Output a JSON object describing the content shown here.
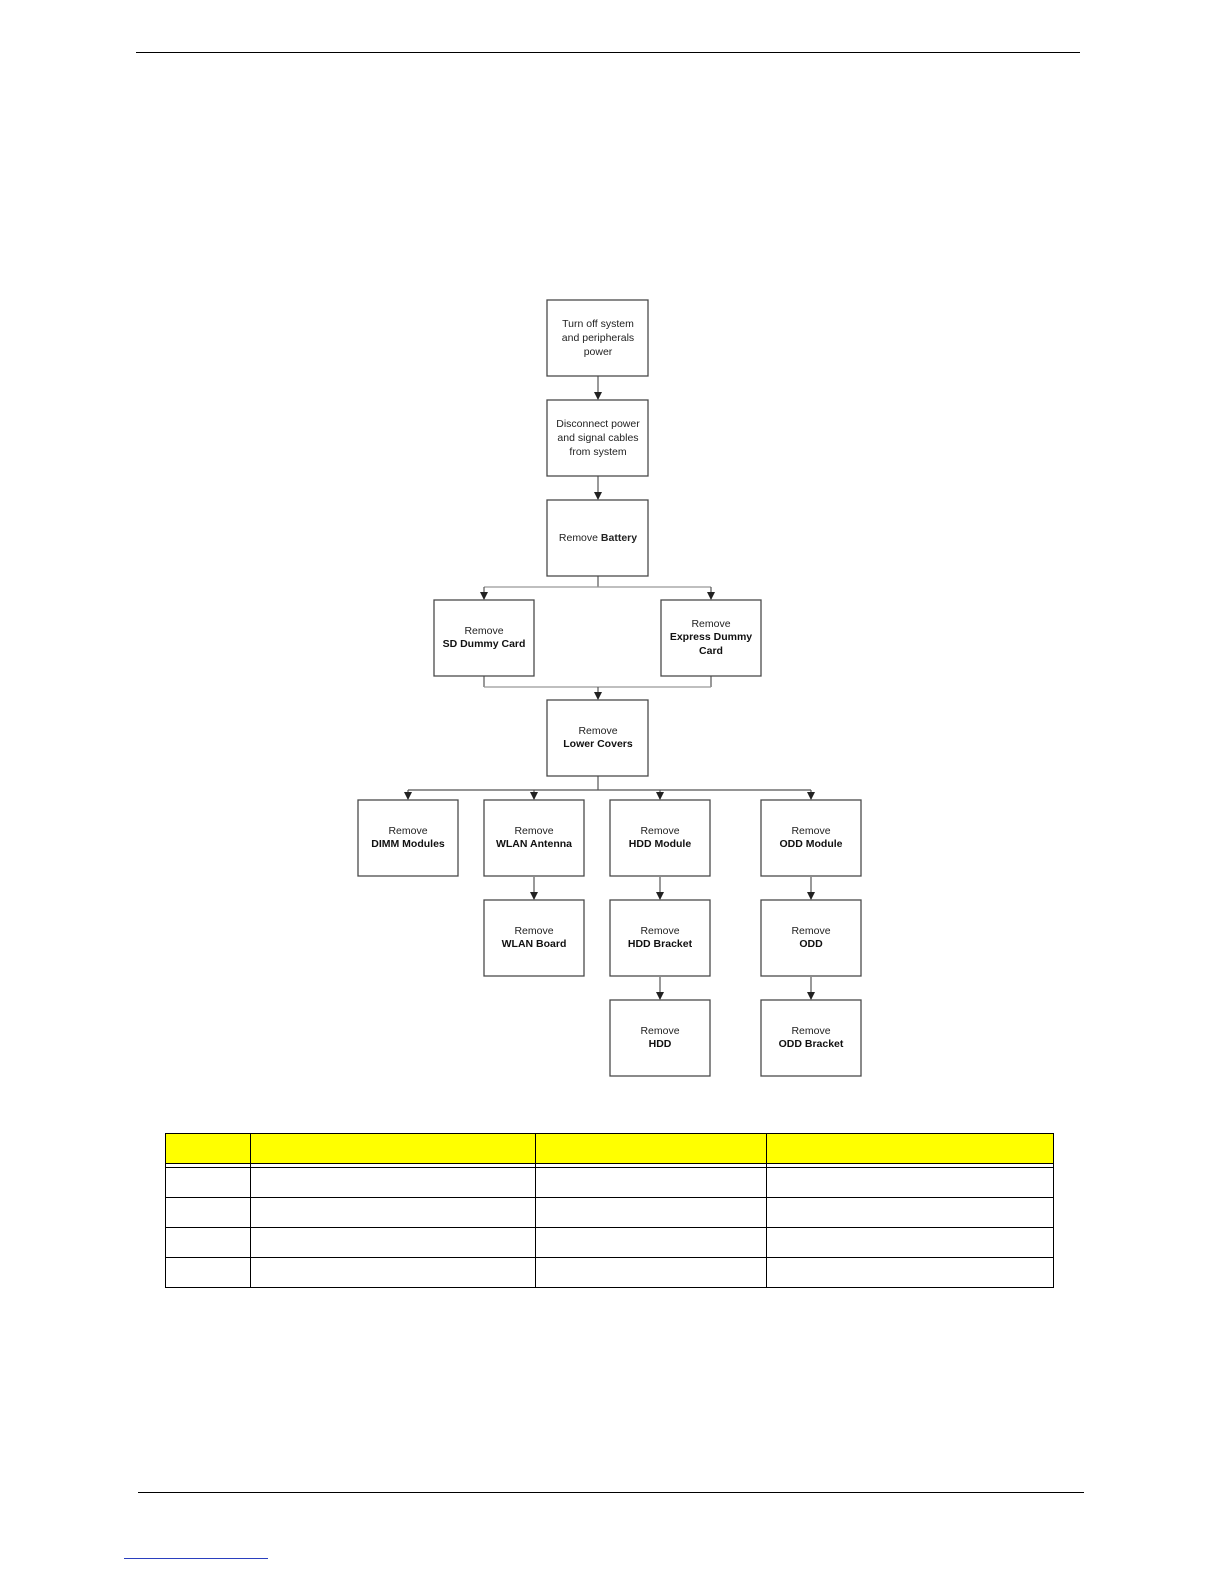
{
  "flowchart": {
    "boxes": {
      "turn_off": {
        "lines": [
          "Turn off system",
          "and peripherals",
          "power"
        ]
      },
      "disconnect": {
        "lines": [
          "Disconnect power",
          "and signal cables",
          "from system"
        ]
      },
      "battery": {
        "prefix": "Remove",
        "bold": "Battery"
      },
      "sd_card": {
        "line1": "Remove",
        "line2": "SD Dummy Card"
      },
      "express_card": {
        "line1": "Remove",
        "line2": "Express Dummy",
        "line3": "Card"
      },
      "lower_covers": {
        "line1": "Remove",
        "line2": "Lower Covers"
      },
      "dimm": {
        "line1": "Remove",
        "line2": "DIMM Modules"
      },
      "wlan_antenna": {
        "line1": "Remove",
        "line2": "WLAN Antenna"
      },
      "hdd_module": {
        "line1": "Remove",
        "line2": "HDD Module"
      },
      "odd_module": {
        "line1": "Remove",
        "line2": "ODD Module"
      },
      "wlan_board": {
        "line1": "Remove",
        "line2": "WLAN Board"
      },
      "hdd_bracket": {
        "line1": "Remove",
        "line2": "HDD Bracket"
      },
      "odd": {
        "line1": "Remove",
        "line2": "ODD"
      },
      "hdd": {
        "line1": "Remove",
        "line2": "HDD"
      },
      "odd_bracket": {
        "line1": "Remove",
        "line2": "ODD Bracket"
      }
    }
  },
  "table": {
    "headers": [
      "",
      "",
      "",
      ""
    ],
    "rows": [
      [
        "",
        "",
        "",
        ""
      ],
      [
        "",
        "",
        "",
        ""
      ],
      [
        "",
        "",
        "",
        ""
      ],
      [
        "",
        "",
        "",
        ""
      ]
    ]
  }
}
